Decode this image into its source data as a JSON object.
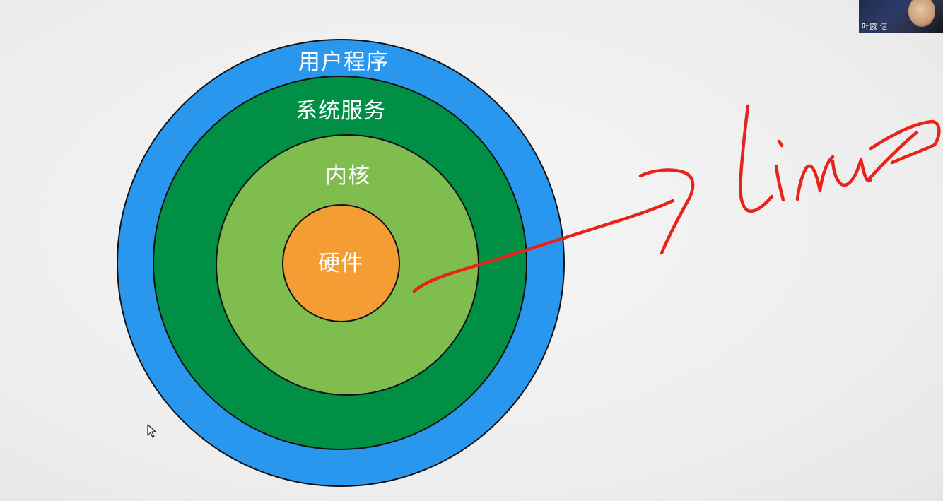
{
  "diagram": {
    "layers": [
      {
        "label": "用户程序",
        "color": "#2a97ee"
      },
      {
        "label": "系统服务",
        "color": "#008f45"
      },
      {
        "label": "内核",
        "color": "#7fbd4f"
      },
      {
        "label": "硬件",
        "color": "#f39d34"
      }
    ]
  },
  "annotation": {
    "handwritten_text": "Linux",
    "ink_color": "#e8231c"
  },
  "video_tile": {
    "participant_name": "叶露 信"
  },
  "icons": {
    "cursor": "mouse-pointer-icon"
  }
}
